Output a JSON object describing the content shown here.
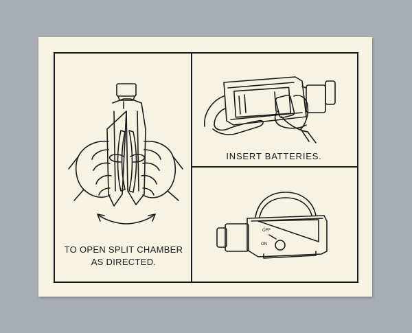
{
  "panels": {
    "left": {
      "caption_line1": "TO OPEN SPLIT CHAMBER",
      "caption_line2": "AS DIRECTED."
    },
    "top_right": {
      "caption": "INSERT BATTERIES."
    },
    "bottom_right": {
      "label_off": "OFF",
      "label_on": "ON"
    }
  },
  "colors": {
    "background": "#a9aeb3",
    "paper": "#f6f3e2",
    "ink": "#1a1a1a"
  }
}
